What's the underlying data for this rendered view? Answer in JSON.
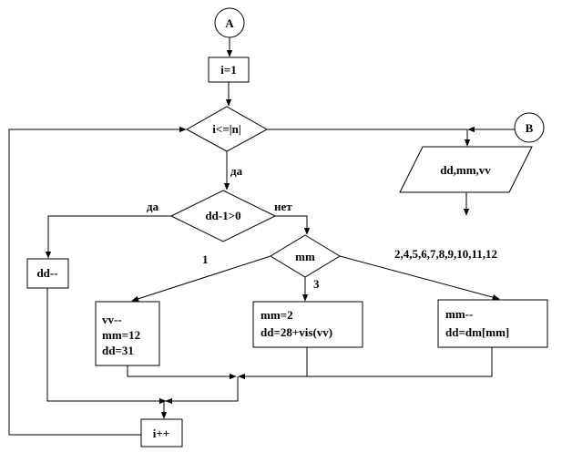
{
  "connectors": {
    "start": "A",
    "end": "B"
  },
  "blocks": {
    "init": "i=1",
    "loop_cond": "i<=|n|",
    "output": "dd,mm,vv",
    "cond_dd": "dd-1>0",
    "dd_dec": "dd--",
    "switch_mm": "mm",
    "case1": [
      "vv--",
      "mm=12",
      "dd=31"
    ],
    "case3": [
      "mm=2",
      "dd=28+vis(vv)"
    ],
    "case_other": [
      "mm--",
      "dd=dm[mm]"
    ],
    "incr": "i++"
  },
  "labels": {
    "loop_yes": "да",
    "cond_yes": "да",
    "cond_no": "нет",
    "case1": "1",
    "case3": "3",
    "case_other": "2,4,5,6,7,8,9,10,11,12"
  }
}
